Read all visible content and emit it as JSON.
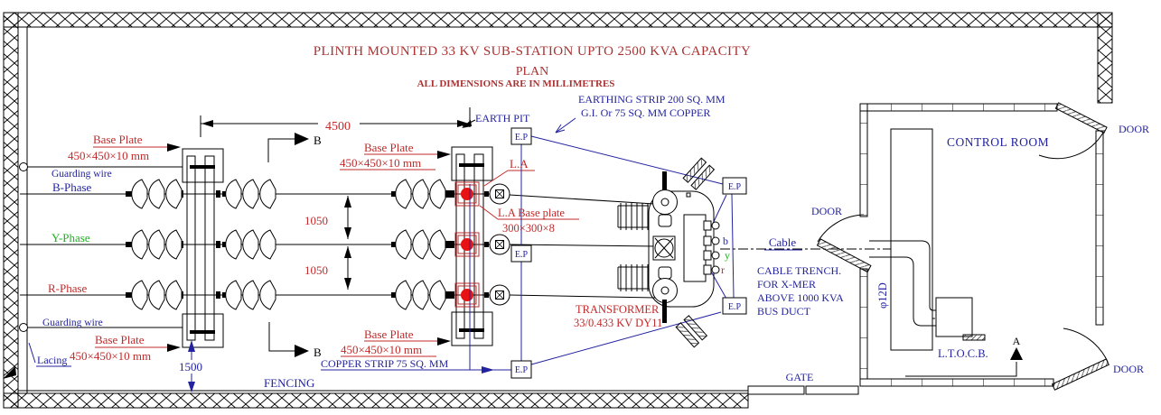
{
  "title": {
    "main": "PLINTH MOUNTED 33 KV SUB-STATION UPTO 2500 KVA CAPACITY",
    "view": "PLAN",
    "note": "ALL DIMENSIONS ARE IN MILLIMETRES"
  },
  "colors": {
    "title_red": "#aa3232",
    "label_red": "#c22a2a",
    "blue": "#2323a0",
    "green": "#1faf1f",
    "la_red": "#e81212",
    "line_black": "#000000"
  },
  "switchyard": {
    "guarding_wire": "Guarding wire",
    "phase_b": "B-Phase",
    "phase_y": "Y-Phase",
    "phase_r": "R-Phase",
    "lacing": "Lacing",
    "fencing": "FENCING",
    "gate": "GATE",
    "base_plate": "Base Plate",
    "base_plate_size": "450×450×10 mm",
    "section_b": "B",
    "section_a": "A"
  },
  "earthing": {
    "earth_pit": "EARTH PIT",
    "ep": "E.P",
    "strip_note_1": "EARTHING STRIP 200 SQ. MM",
    "strip_note_2": "G.I.  Or  75 SQ. MM COPPER",
    "copper_strip": "COPPER STRIP 75 SQ. MM",
    "la": "L.A",
    "la_base_plate": "L.A Base plate",
    "la_base_size": "300×300×8"
  },
  "transformer": {
    "name": "TRANSFORMER",
    "rating": "33/0.433 KV DY11",
    "lv_b": "b",
    "lv_y": "y",
    "lv_r": "r"
  },
  "cabling": {
    "cable": "Cable",
    "trench_1": "CABLE TRENCH.",
    "trench_2": "FOR X-MER",
    "trench_3": "ABOVE  1000 KVA",
    "trench_4": "BUS DUCT",
    "pipe": "φ12D"
  },
  "control_room": {
    "name": "CONTROL ROOM",
    "door": "DOOR",
    "ltocb": "L.T.O.C.B."
  },
  "dimensions": {
    "bay_width": "4500",
    "phase_spacing": "1050",
    "fence_clearance": "1500"
  }
}
